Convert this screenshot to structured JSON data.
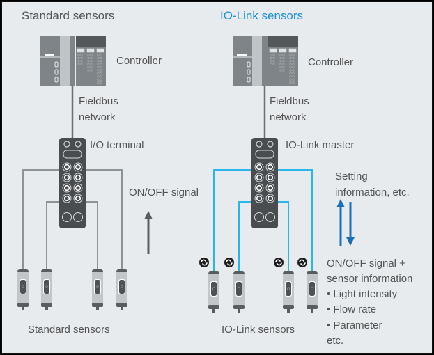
{
  "colors": {
    "background": "#e8ebee",
    "text": "#545454",
    "io_link_accent": "#1f8fd6",
    "io_link_cable": "#29b5e8",
    "standard_cable": "#8c9496",
    "arrow_blue": "#1a70b8",
    "device_dark": "#4a4d50"
  },
  "left_panel": {
    "title": "Standard sensors",
    "controller_label": "Controller",
    "network_label_line1": "Fieldbus",
    "network_label_line2": "network",
    "terminal_label": "I/O terminal",
    "signal_label": "ON/OFF signal",
    "sensors_label": "Standard sensors",
    "sensor_count": 4
  },
  "right_panel": {
    "title": "IO-Link sensors",
    "controller_label": "Controller",
    "network_label_line1": "Fieldbus",
    "network_label_line2": "network",
    "master_label": "IO-Link master",
    "setting_label_line1": "Setting",
    "setting_label_line2": "information, etc.",
    "info_lines": [
      "ON/OFF signal +",
      "sensor information",
      "• Light intensity",
      "• Flow rate",
      "• Parameter",
      "etc."
    ],
    "sensors_label": "IO-Link sensors",
    "sensor_count": 4,
    "sensor_icon": "io-link-logo-icon"
  }
}
